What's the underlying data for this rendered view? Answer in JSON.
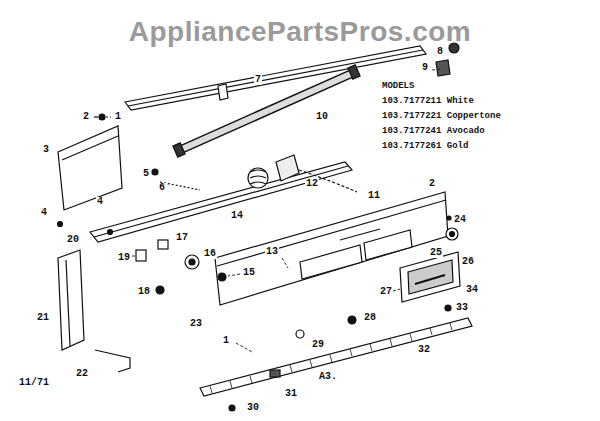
{
  "diagram": {
    "labels": [
      "AppliancePartsPros.com",
      "8",
      "2",
      "1",
      "7",
      "9",
      "MODELS",
      "103.7177211 White",
      "103.7177221 Coppertone",
      "103.7177241 Avocado",
      "103.7177261 Gold",
      "10",
      "3",
      "5",
      "6",
      "12",
      "11",
      "2",
      "4",
      "4",
      "14",
      "24",
      "20",
      "17",
      "25",
      "13",
      "19",
      "16",
      "26",
      "15",
      "27",
      "34",
      "18",
      "21",
      "28",
      "23",
      "33",
      "1",
      "29",
      "32",
      "22",
      "A3.",
      "11/71",
      "31",
      "30"
    ]
  }
}
